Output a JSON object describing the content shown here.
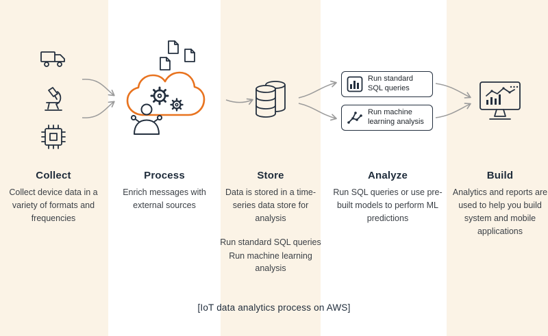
{
  "colors": {
    "bg_cream": "#FBF3E6",
    "bg_white": "#FFFFFF",
    "accent_orange": "#E8731F",
    "ink": "#232F3E",
    "body_text": "#3A3F45",
    "arrow_gray": "#9B9B9B"
  },
  "steps": [
    {
      "id": "collect",
      "title": "Collect",
      "description": "Collect device data in a variety of formats and frequencies",
      "icons": [
        "truck-icon",
        "microscope-icon",
        "chip-icon"
      ]
    },
    {
      "id": "process",
      "title": "Process",
      "description": "Enrich messages with external sources",
      "icons": [
        "documents-icon",
        "cloud-gears-icon",
        "person-icon"
      ]
    },
    {
      "id": "store",
      "title": "Store",
      "description": "Data is stored in a time-series data store for analysis",
      "notes": [
        "Run standard SQL queries",
        "Run machine learning analysis"
      ],
      "icons": [
        "database-icon"
      ]
    },
    {
      "id": "analyze",
      "title": "Analyze",
      "description": "Run SQL queries or use pre-built models to perform ML predictions",
      "options": [
        {
          "label": "Run standard SQL queries",
          "icon": "bar-chart-icon"
        },
        {
          "label": "Run machine learning analysis",
          "icon": "ml-network-icon"
        }
      ]
    },
    {
      "id": "build",
      "title": "Build",
      "description": "Analytics and reports are used to help you build system and mobile applications",
      "icons": [
        "monitor-chart-icon"
      ]
    }
  ],
  "caption": "[IoT data analytics process on AWS]"
}
